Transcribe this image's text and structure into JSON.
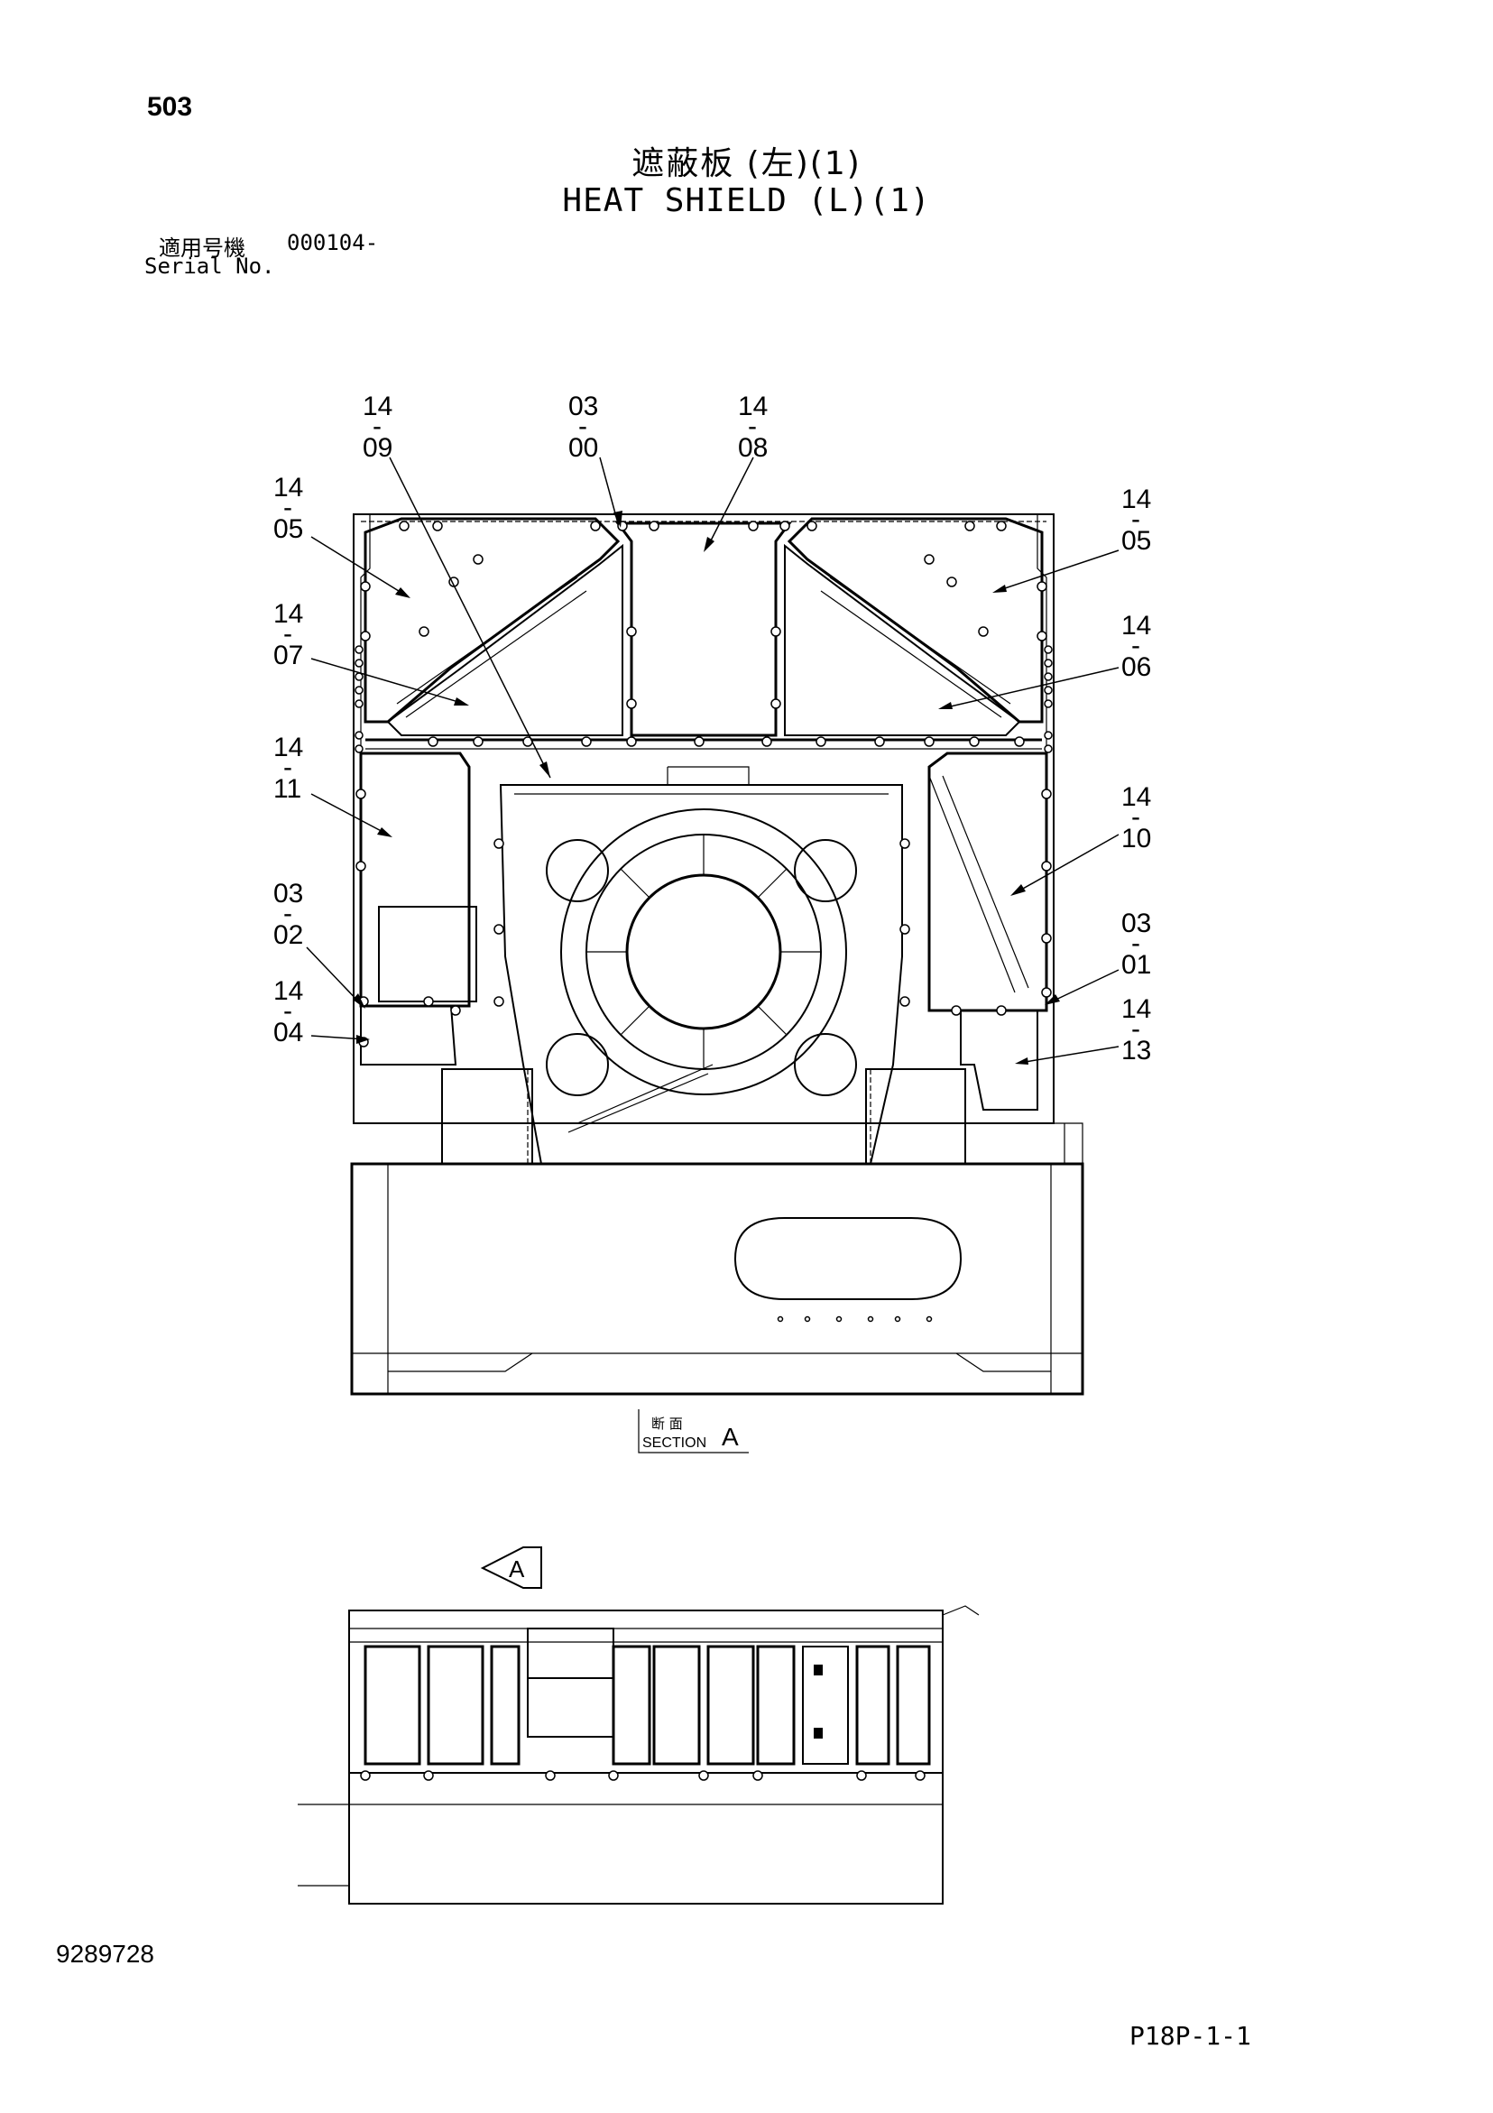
{
  "page_number": "503",
  "title_jp": "遮蔽板 (左)(1)",
  "title_en": "HEAT SHIELD (L)(1)",
  "serial_label_jp": "適用号機",
  "serial_value": "000104-",
  "serial_label_en": "Serial No.",
  "callouts": {
    "c1409": [
      "14",
      "-",
      "09"
    ],
    "c0300": [
      "03",
      "-",
      "00"
    ],
    "c1408": [
      "14",
      "-",
      "08"
    ],
    "c1405l": [
      "14",
      "-",
      "05"
    ],
    "c1405r": [
      "14",
      "-",
      "05"
    ],
    "c1407": [
      "14",
      "-",
      "07"
    ],
    "c1406": [
      "14",
      "-",
      "06"
    ],
    "c1411": [
      "14",
      "-",
      "11"
    ],
    "c1410": [
      "14",
      "-",
      "10"
    ],
    "c0302": [
      "03",
      "-",
      "02"
    ],
    "c0301": [
      "03",
      "-",
      "01"
    ],
    "c1404": [
      "14",
      "-",
      "04"
    ],
    "c1413": [
      "14",
      "-",
      "13"
    ]
  },
  "section": {
    "jp": "断 面",
    "en": "SECTION",
    "letter": "A"
  },
  "view_marker": "A",
  "drawing_number": "9289728",
  "page_code": "P18P-1-1"
}
